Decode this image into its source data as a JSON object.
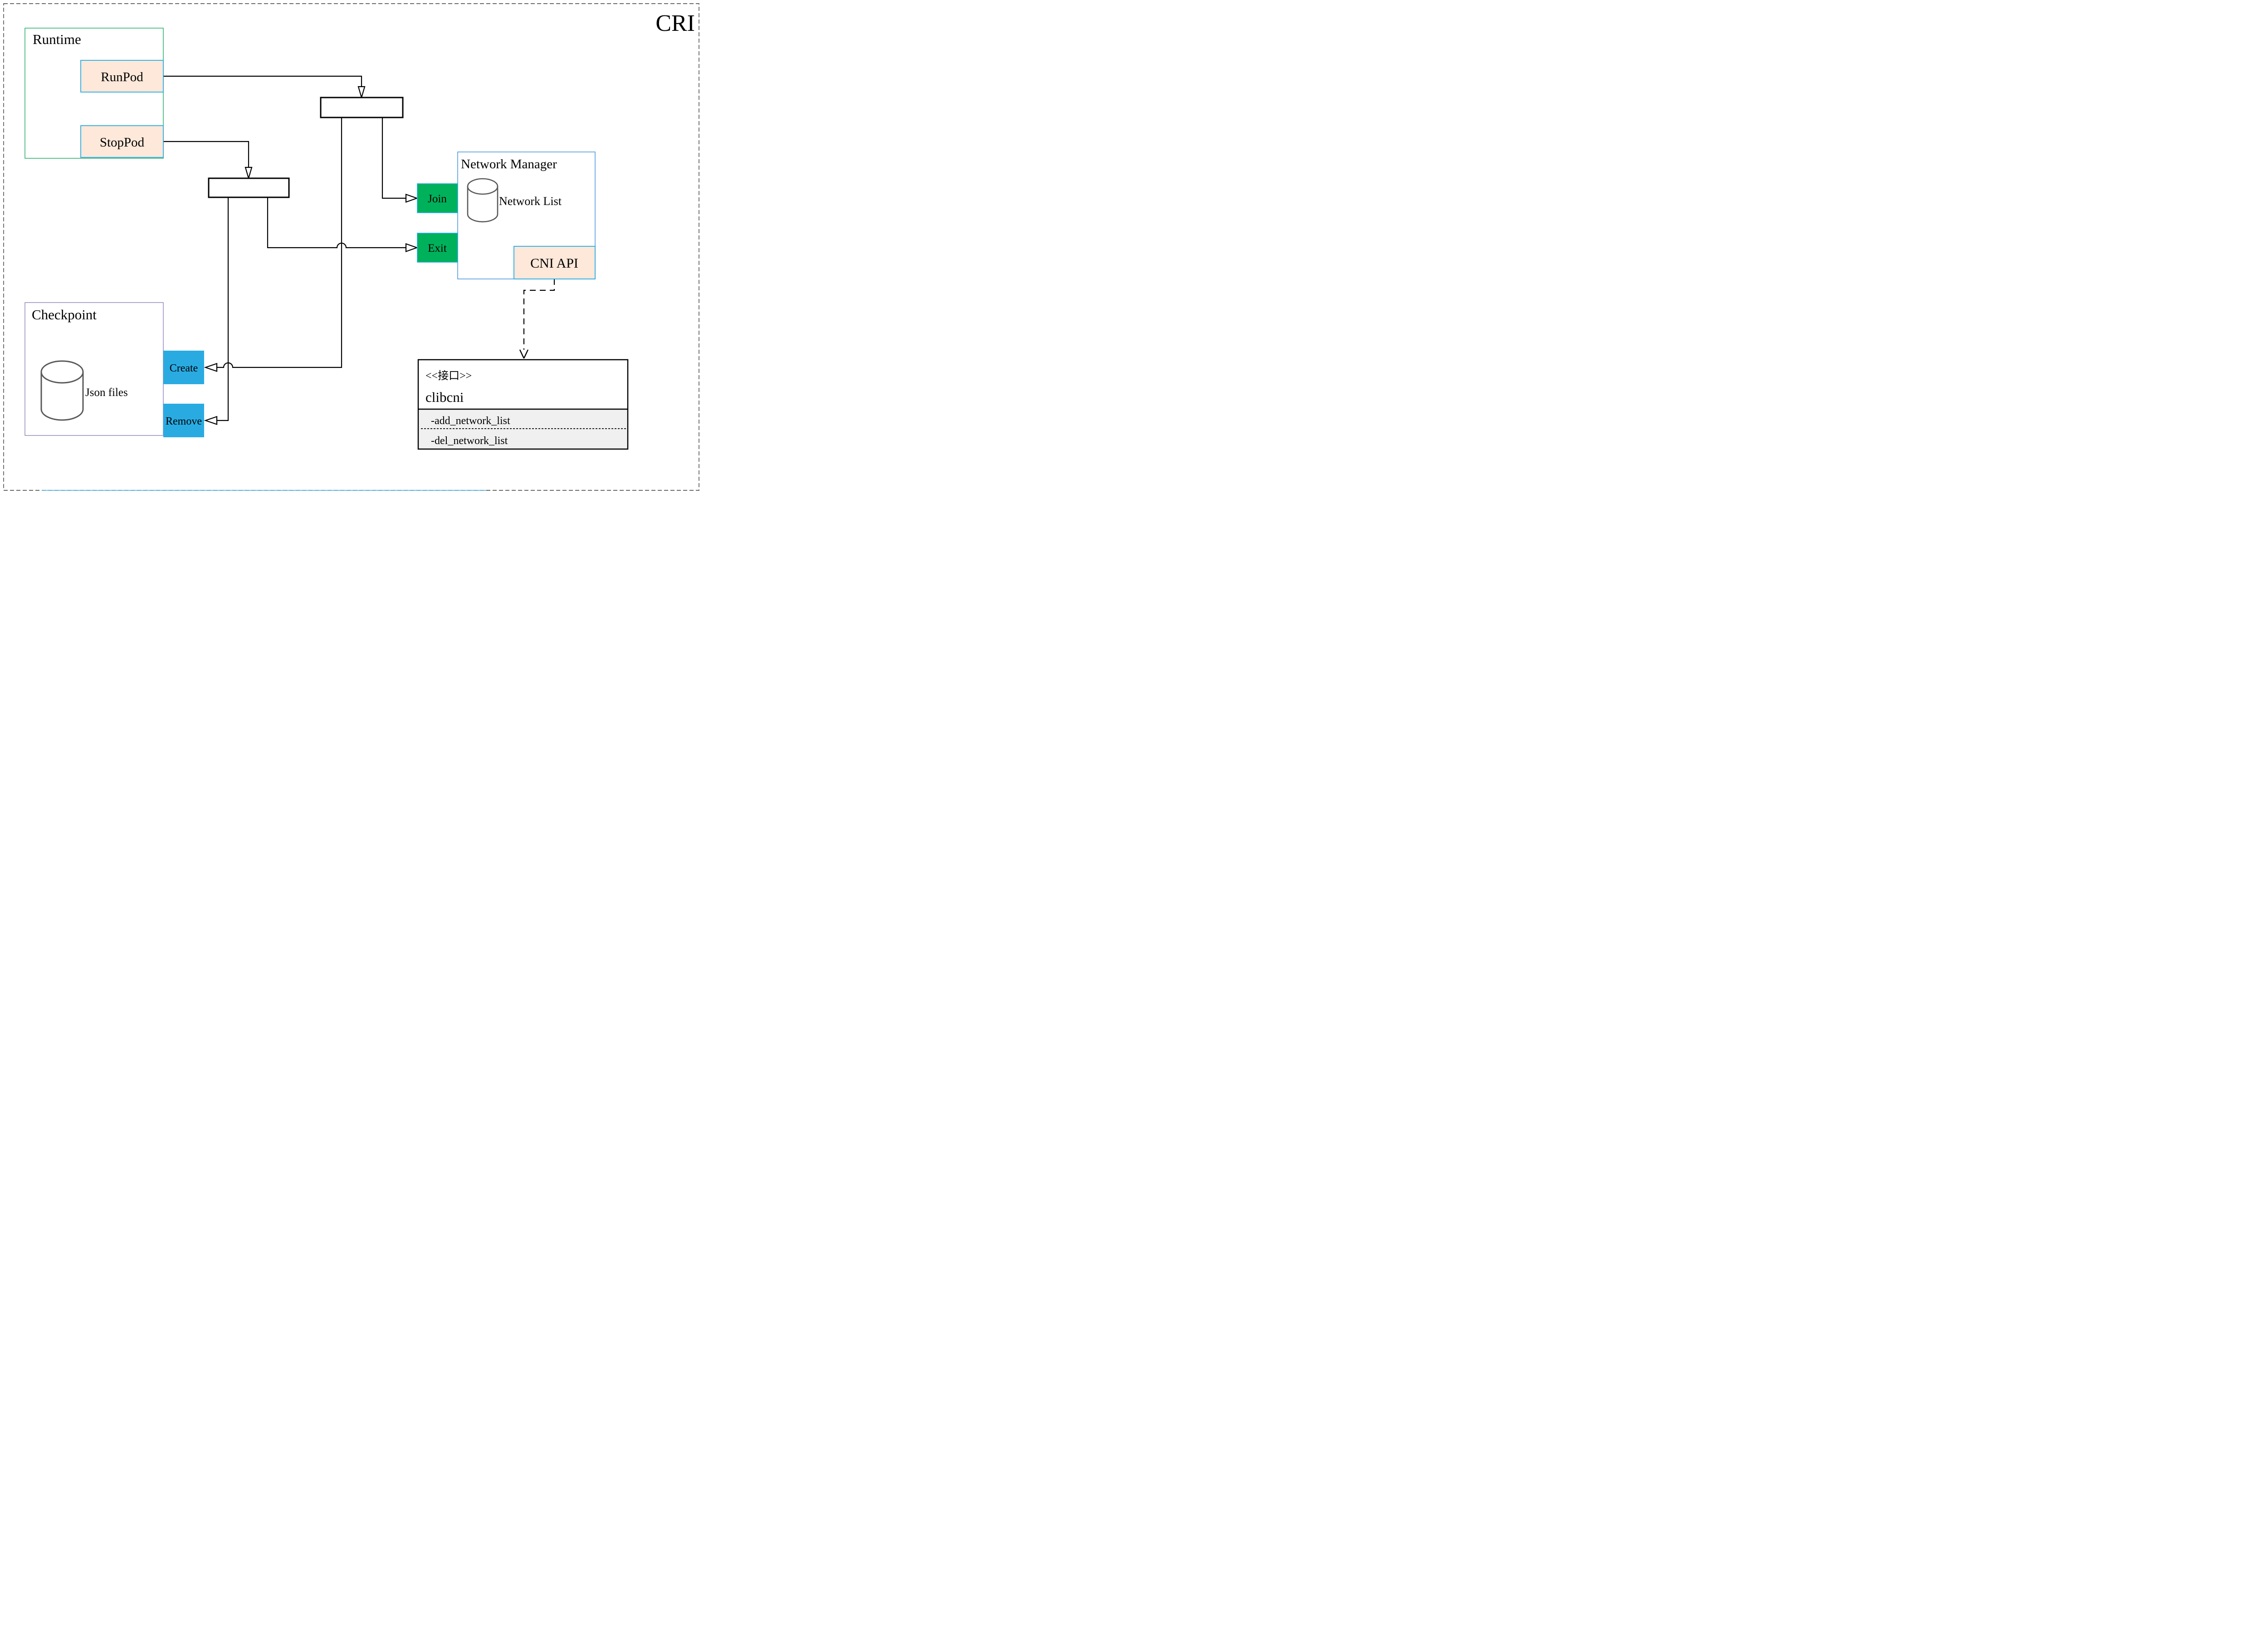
{
  "title": "CRI",
  "runtime": {
    "label": "Runtime",
    "runpod": "RunPod",
    "stoppod": "StopPod"
  },
  "network_manager": {
    "label": "Network Manager",
    "network_list": "Network List",
    "cni_api": "CNI API",
    "join": "Join",
    "exit": "Exit"
  },
  "checkpoint": {
    "label": "Checkpoint",
    "json_files": "Json files",
    "create": "Create",
    "remove": "Remove"
  },
  "interface_box": {
    "stereotype": "<<接口>>",
    "name": "clibcni",
    "methods": [
      "-add_network_list",
      "-del_network_list"
    ]
  },
  "colors": {
    "title_gold": "#8e6c0e",
    "runtime_border": "#1aa860",
    "peach_fill": "#fde8da",
    "cyan_border": "#29abe2",
    "nm_border": "#3b8fd6",
    "checkpoint_border": "#9080bc",
    "green_fill": "#00b15b",
    "blue_fill": "#29abe2",
    "gray_section": "#f0f0f0",
    "cylinder_stroke": "#595959",
    "line": "#000000",
    "dashed_frame": "#3a3a3a",
    "bottom_blue_segment": "#4ab3e8",
    "box_fill": "#ffffff"
  }
}
